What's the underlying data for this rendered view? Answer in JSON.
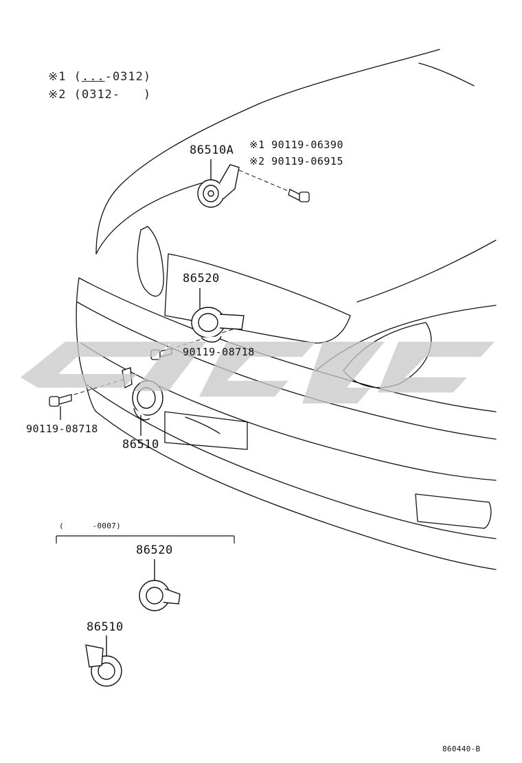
{
  "notes": [
    {
      "mark": "※1",
      "range": "(",
      "ul": "...",
      "end": "-0312)"
    },
    {
      "mark": "※2",
      "range": "(0312-",
      "ul": "",
      "end": "   )"
    }
  ],
  "parts": {
    "horn_a": "86510A",
    "bolt_note1": "※1 90119-06390",
    "bolt_note2": "※2 90119-06915",
    "horn_high_top": "86520",
    "bolt_mid": "90119-08718",
    "bolt_left": "90119-08718",
    "horn_low_top": "86510",
    "variant_range": "(      -0007)",
    "horn_high_bottom": "86520",
    "horn_low_bottom": "86510"
  },
  "watermark": "CLCAC",
  "figure_code": "860440-B",
  "colors": {
    "line": "#111111",
    "watermark": "#c8c8c8"
  }
}
